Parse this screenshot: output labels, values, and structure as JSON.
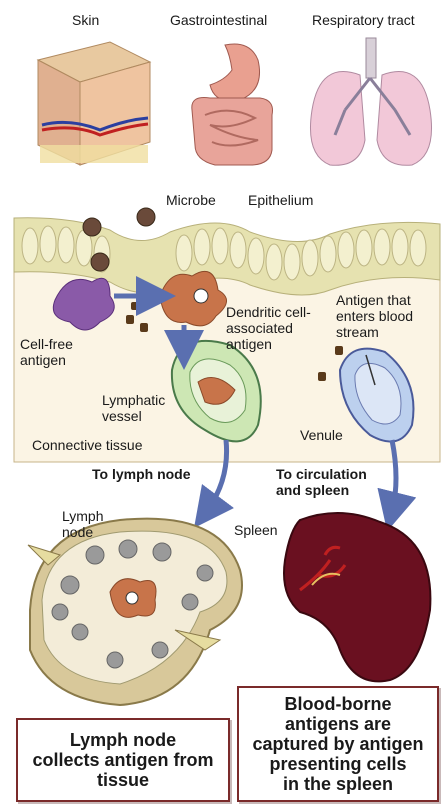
{
  "organs": {
    "skin": "Skin",
    "gastrointestinal": "Gastrointestinal",
    "respiratory": "Respiratory tract"
  },
  "tissue": {
    "microbe": "Microbe",
    "epithelium": "Epithelium",
    "cell_free_antigen": "Cell-free\nantigen",
    "dendritic_cell_antigen": "Dendritic cell-\nassociated\nantigen",
    "antigen_blood": "Antigen that\nenters blood\nstream",
    "lymphatic_vessel": "Lymphatic\nvessel",
    "venule": "Venule",
    "connective_tissue": "Connective tissue"
  },
  "routes": {
    "to_lymph_node": "To lymph node",
    "to_circulation": "To circulation\nand spleen"
  },
  "organs_lower": {
    "lymph_node": "Lymph\nnode",
    "spleen": "Spleen"
  },
  "captions": {
    "lymph_node_caption": "Lymph node\ncollects antigen from\ntissue",
    "spleen_caption": "Blood-borne\nantigens are\ncaptured by antigen\npresenting cells\nin the spleen"
  },
  "colors": {
    "caption_border": "#7a2a2a",
    "arrow": "#5a6fb0",
    "spleen": "#6a1020",
    "epithelium": "#e6e2b0"
  }
}
